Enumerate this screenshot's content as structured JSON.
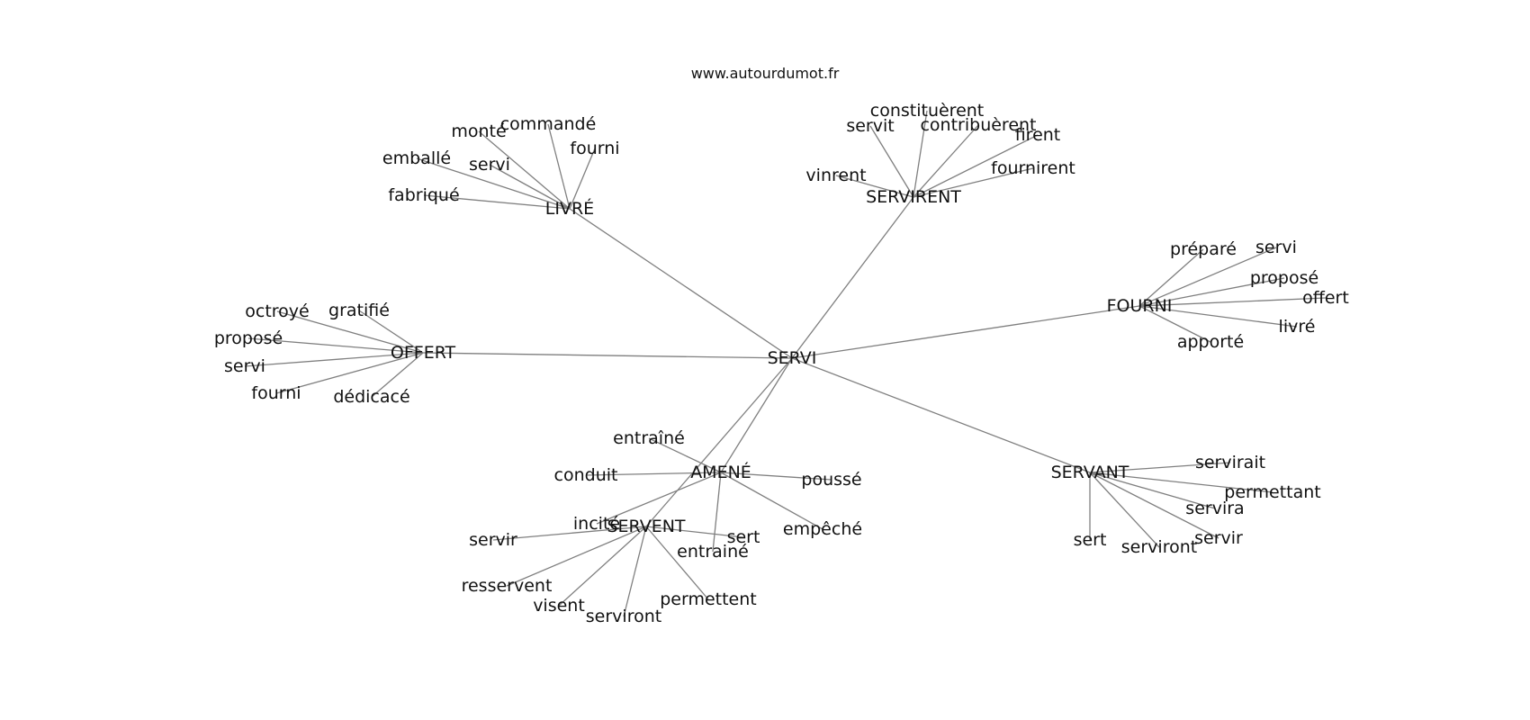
{
  "source": "www.autourdumot.fr",
  "root": "SERVI",
  "clusters": [
    {
      "hub": "LIVRÉ",
      "words": [
        "monté",
        "commandé",
        "fourni",
        "emballé",
        "servi",
        "fabriqué"
      ]
    },
    {
      "hub": "SERVIRENT",
      "words": [
        "constituèrent",
        "servit",
        "contribuèrent",
        "firent",
        "vinrent",
        "fournirent"
      ]
    },
    {
      "hub": "FOURNI",
      "words": [
        "préparé",
        "servi",
        "proposé",
        "offert",
        "livré",
        "apporté"
      ]
    },
    {
      "hub": "OFFERT",
      "words": [
        "octroyé",
        "gratifié",
        "proposé",
        "servi",
        "fourni",
        "dédicacé"
      ]
    },
    {
      "hub": "AMENÉ",
      "words": [
        "entraîné",
        "conduit",
        "poussé",
        "incité",
        "empêché",
        "entrainé"
      ]
    },
    {
      "hub": "SERVENT",
      "words": [
        "servir",
        "sert",
        "resservent",
        "visent",
        "serviront",
        "permettent"
      ]
    },
    {
      "hub": "SERVANT",
      "words": [
        "servirait",
        "permettant",
        "servira",
        "servir",
        "sert",
        "serviront"
      ]
    }
  ]
}
